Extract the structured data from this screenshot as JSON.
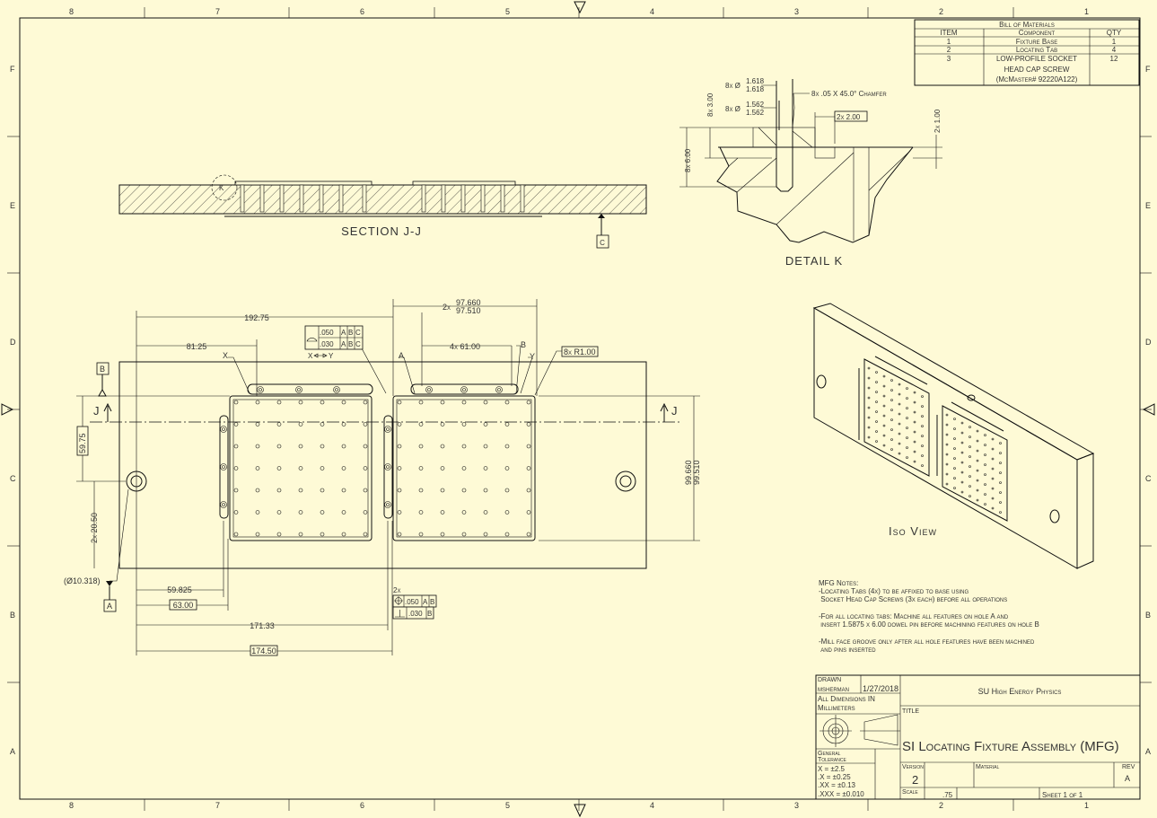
{
  "zones": {
    "columns": [
      "8",
      "7",
      "6",
      "5",
      "4",
      "3",
      "2",
      "1"
    ],
    "rows": [
      "F",
      "E",
      "D",
      "C",
      "B",
      "A"
    ]
  },
  "bom": {
    "title": "Bill of Materials",
    "headers": [
      "ITEM",
      "Component",
      "QTY"
    ],
    "rows": [
      {
        "item": "1",
        "component": "Fixture Base",
        "qty": "1"
      },
      {
        "item": "2",
        "component": "Locating Tab",
        "qty": "4"
      },
      {
        "item": "3",
        "component": "LOW-PROFILE SOCKET",
        "component2": "HEAD CAP SCREW",
        "component3": "(McMaster# 92220A122)",
        "qty": "12"
      }
    ]
  },
  "section": {
    "label": "SECTION J-J",
    "datum": "C",
    "detail_callout": "K"
  },
  "detail": {
    "label": "DETAIL  K",
    "dia1_prefix": "8x Ø",
    "dia1_upper": "1.618",
    "dia1_lower": "1.618",
    "dia2_prefix": "8x Ø",
    "dia2_upper": "1.562",
    "dia2_lower": "1.562",
    "chamfer": "8x .05 X 45.0° Chamfer",
    "groove_width": "2x 2.00",
    "groove_depth": "2x 1.00",
    "tab_height": "8x 3.00",
    "pin_depth": "8x 6.00"
  },
  "main_view": {
    "dims": {
      "d192": "192.75",
      "d81": "81.25",
      "d97_prefix": "2x",
      "d97_upper": "97.660",
      "d97_lower": "97.510",
      "d61": "4x 61.00",
      "r1": "8x R1.00",
      "d99_upper": "99.660",
      "d99_lower": "99.510",
      "d59_75": "59.75",
      "d20_50": "2x 20.50",
      "hole_dia": "(Ø10.318)",
      "d59_825": "59.825",
      "d63": "63.00",
      "d171": "171.33",
      "d174": "174.50"
    },
    "labels": {
      "x": "X",
      "y": "Y",
      "a": "A",
      "b": "B",
      "y2": "Y",
      "datum_b": "B",
      "datum_a": "A",
      "section_j": "J",
      "section_j2": "J",
      "xy_arrow_x": "X",
      "xy_arrow_y": "Y"
    },
    "fcf_profile": {
      "row1": [
        ".050",
        "A",
        "B",
        "C"
      ],
      "row2": [
        ".030",
        "A",
        "B",
        "C"
      ]
    },
    "fcf_position": {
      "count": "2x",
      "row1": [
        ".050",
        "A",
        "B"
      ],
      "row2": [
        ".030",
        "B"
      ]
    }
  },
  "iso": {
    "label": "Iso View"
  },
  "notes": {
    "title": "MFG Notes:",
    "lines": [
      "-Locating Tabs (4x) to be affixed to base using",
      " Socket Head Cap Screws (3x each) before all operations",
      "-For all locating tabs: Machine all features on hole A and",
      " insert 1.5875 x 6.00 dowel pin before machining features on hole B",
      "-Mill face groove only after all hole features have been machined",
      " and pins inserted"
    ]
  },
  "title_block": {
    "drawn_label": "DRAWN",
    "drawn_by": "msherman",
    "date": "1/27/2018",
    "units_line1": "All Dimensions IN",
    "units_line2": "Millimeters",
    "organization": "SU High Energy Physics",
    "title_label": "TITLE",
    "title": "SI Locating Fixture Assembly (MFG)",
    "tolerance_label1": "General",
    "tolerance_label2": "Tolerance",
    "tolerances": [
      "X = ±2.5",
      ".X = ±0.25",
      ".XX = ±0.13",
      ".XXX = ±0.010"
    ],
    "version_label": "Version",
    "version": "2",
    "material_label": "Material",
    "material": "",
    "rev_label": "REV",
    "rev": "A",
    "scale_label": "Scale",
    "scale": ".75",
    "sheet": "Sheet 1  of 1"
  }
}
